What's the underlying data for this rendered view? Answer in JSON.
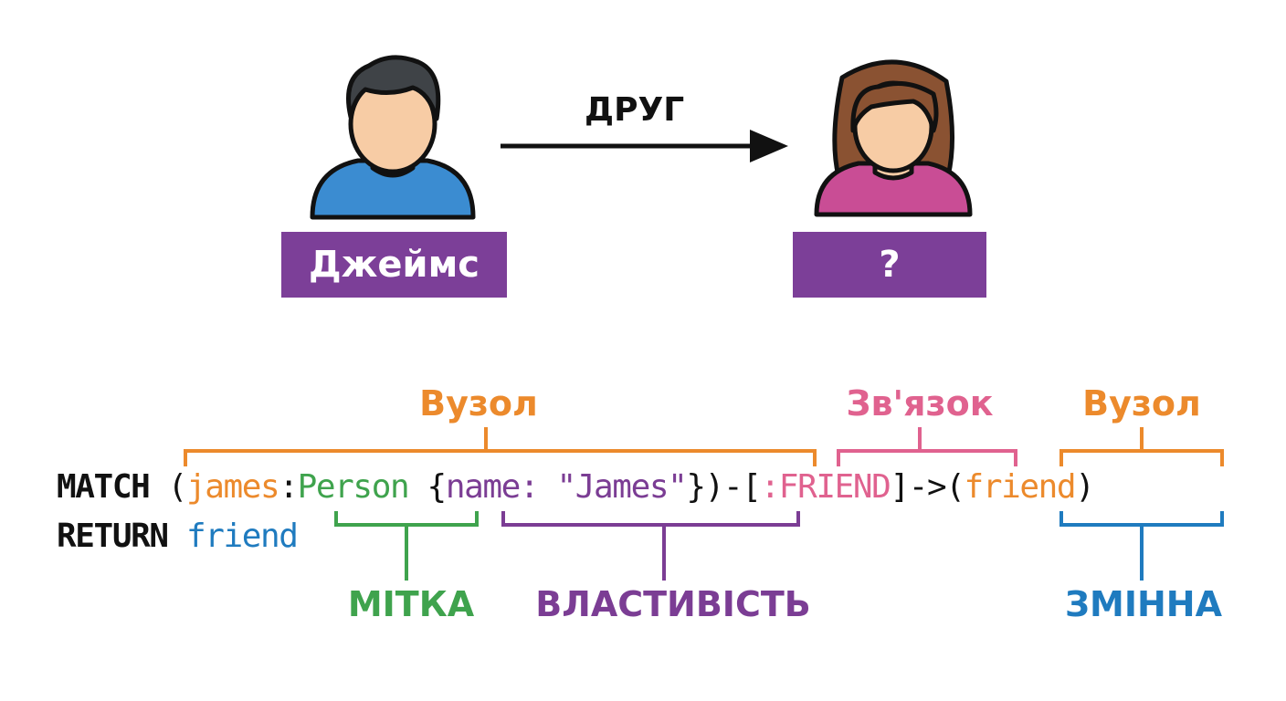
{
  "colors": {
    "purple_box": "#7c3f98",
    "orange": "#ec8a2c",
    "pink": "#e0628f",
    "green": "#3fa34d",
    "purple_text": "#7b3d94",
    "blue": "#1f7bbf",
    "black": "#111111",
    "male_hair": "#3f4347",
    "female_hair": "#8a5232",
    "skin": "#f7cca5",
    "male_shirt": "#3b8cd1",
    "female_shirt": "#c94d95"
  },
  "diagram": {
    "left_node": {
      "icon": "male-person-icon",
      "label": "Джеймс"
    },
    "right_node": {
      "icon": "female-person-icon",
      "label": "?"
    },
    "relationship": {
      "label": "ДРУГ",
      "icon": "arrow-right-icon"
    }
  },
  "query": {
    "line1": {
      "match": "MATCH",
      "open_paren": "(",
      "var_james": "james",
      "colon": ":",
      "label_person": "Person",
      "open_brace": "{",
      "prop_key": "name:",
      "prop_value": "\"James\"",
      "close_brace": "}",
      "close_paren_dash": ")-",
      "open_bracket": "[",
      "rel_type": ":FRIEND",
      "close_bracket_arrow": "]->",
      "open_paren_2": "(",
      "var_friend": "friend",
      "close_paren_2": ")"
    },
    "line2": {
      "return": "RETURN",
      "var_friend": "friend"
    }
  },
  "annotations": {
    "node_left": "Вузол",
    "relationship": "Зв'язок",
    "node_right": "Вузол",
    "label": "МІТКА",
    "property": "ВЛАСТИВІСТЬ",
    "variable": "ЗМІННА"
  }
}
